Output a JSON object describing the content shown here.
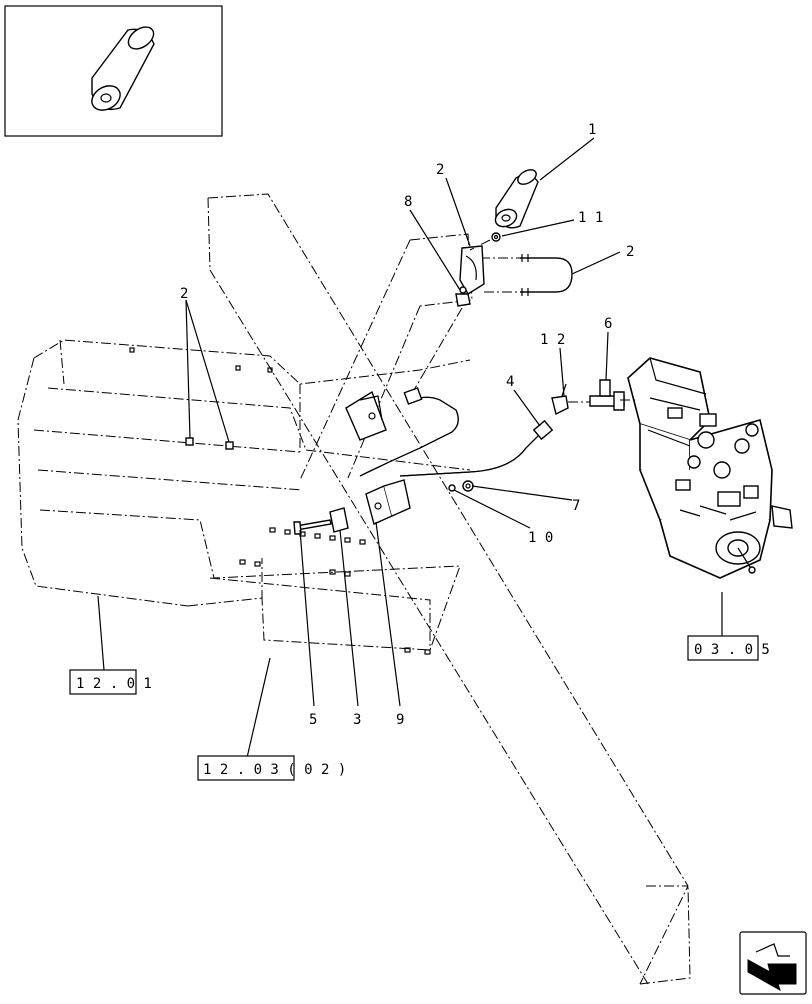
{
  "callouts": {
    "n1": "1",
    "n2a": "2",
    "n2b": "2",
    "n2c": "2",
    "n3": "3",
    "n4": "4",
    "n5": "5",
    "n6": "6",
    "n7": "7",
    "n8": "8",
    "n9": "9",
    "n10": "1 0",
    "n11": "1 1",
    "n12": "1 2"
  },
  "references": {
    "r1": "1 2 . 0 1",
    "r2": "1 2 . 0 3  ( 0 2 )",
    "r3": "0 3 . 0 5"
  },
  "icons": {
    "inset": "roller-cylinder-icon",
    "nav": "next-page-arrow-icon"
  }
}
